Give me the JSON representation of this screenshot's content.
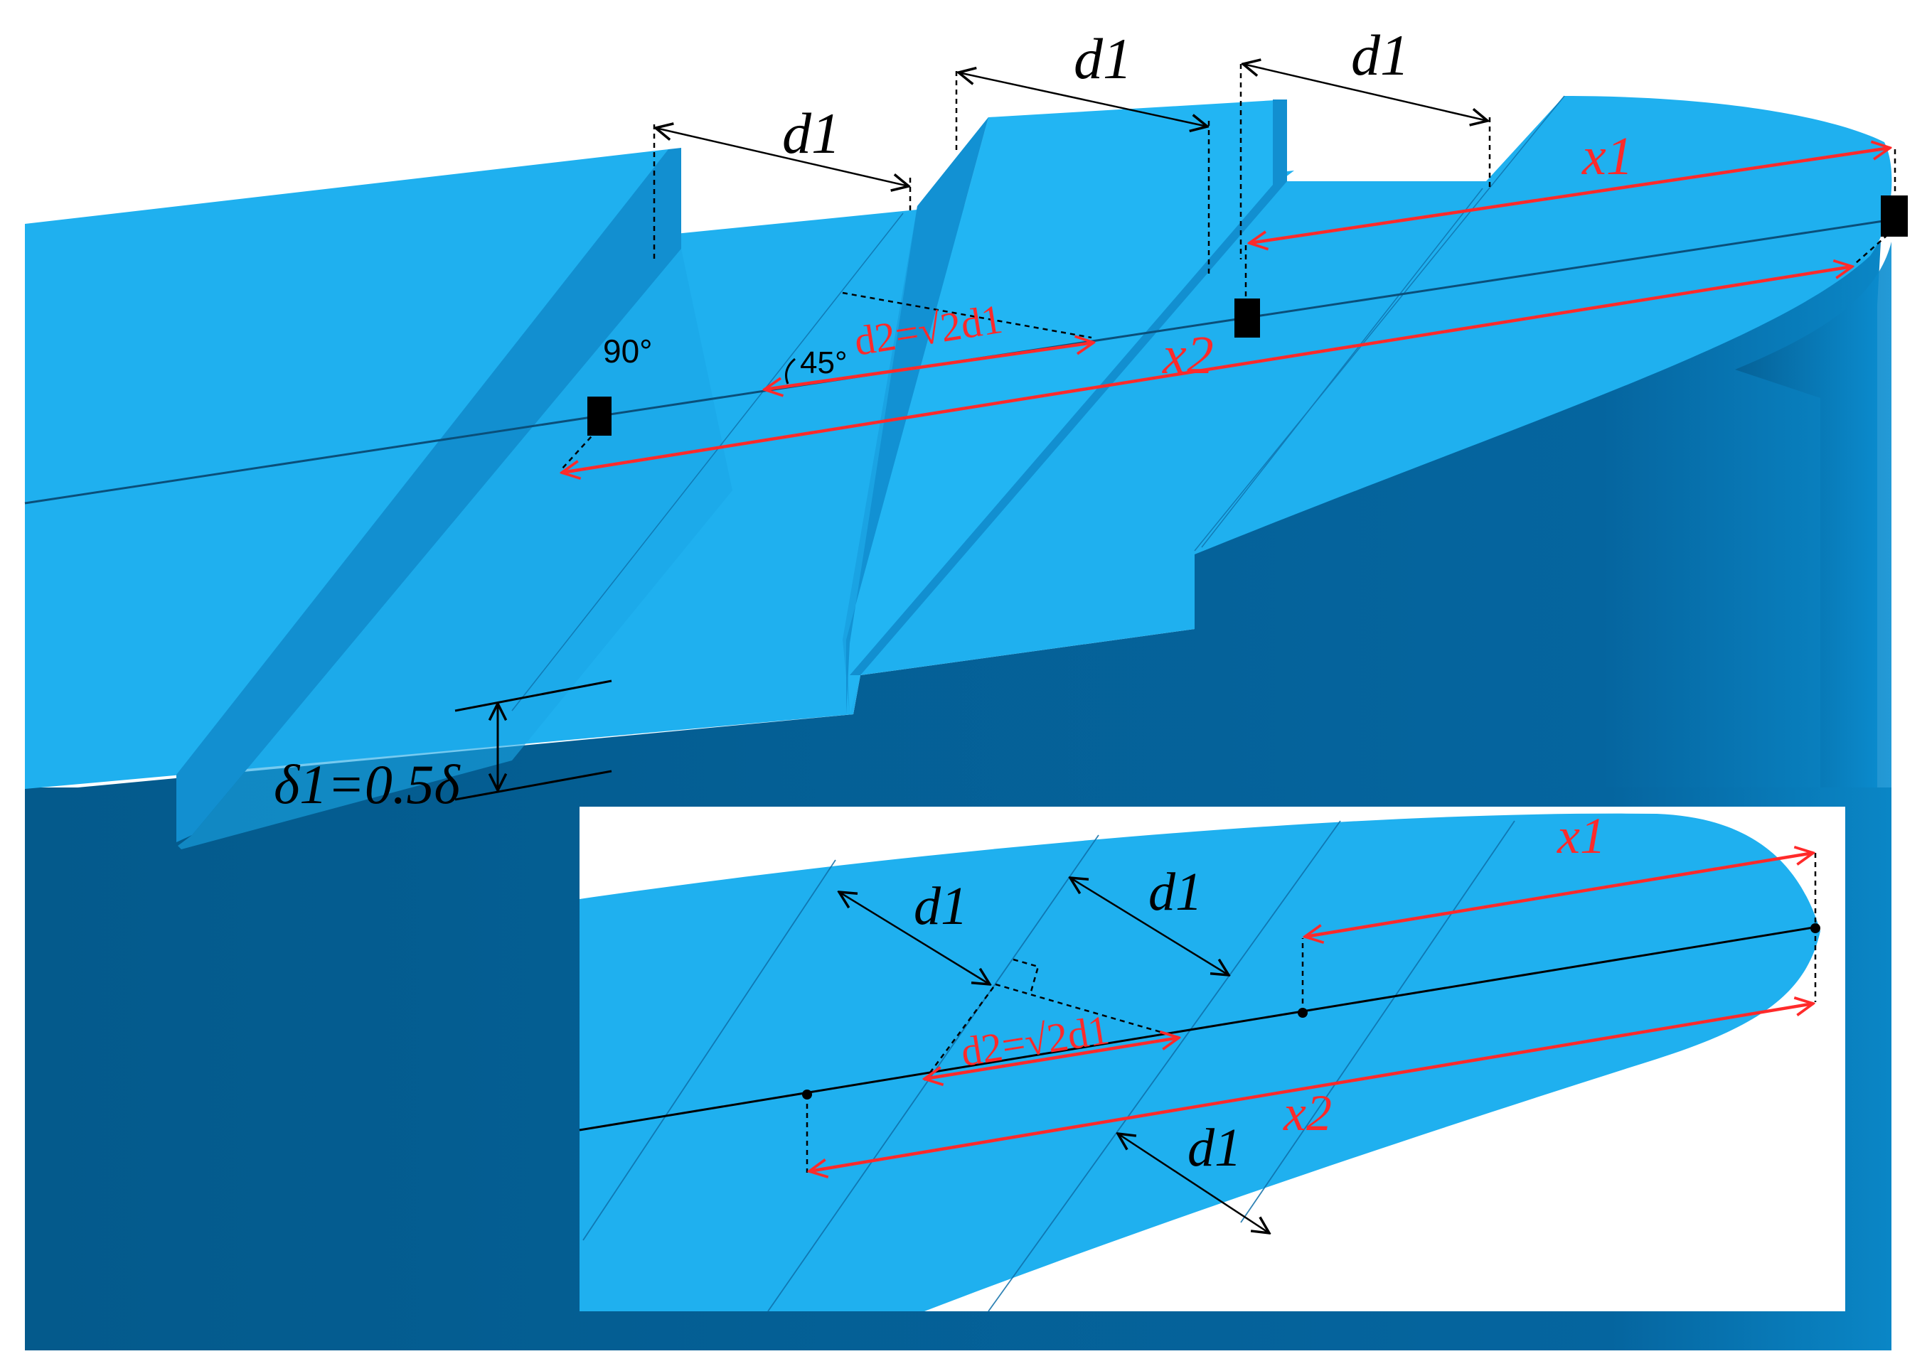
{
  "labels": {
    "d1": "d1",
    "d2_formula": "d2=√2d1",
    "x1": "x1",
    "x2": "x2",
    "angle_90": "90°",
    "angle_45": "45°",
    "delta_formula": "δ1=0.5δ"
  },
  "inset_labels": {
    "d1": "d1",
    "d2_formula": "d2=√2d1",
    "x1": "x1",
    "x2": "x2"
  },
  "colors": {
    "surface": "#1fb0ef",
    "surface_dark": "#128fd0",
    "body": "#045f94",
    "body_light": "#0a78b8",
    "annotation_red": "#ff2a2a",
    "annotation_black": "#000000"
  }
}
